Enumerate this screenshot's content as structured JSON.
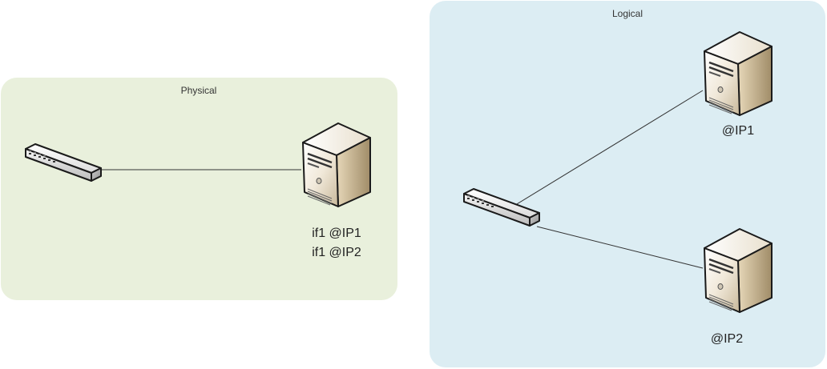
{
  "physical": {
    "title": "Physical",
    "color": "#e9f0dc",
    "server_label_line1": "if1 @IP1",
    "server_label_line2": "if1 @IP2"
  },
  "logical": {
    "title": "Logical",
    "color": "#dcedf3",
    "server1_label": "@IP1",
    "server2_label": "@IP2"
  },
  "icons": {
    "switch": "network-switch-icon",
    "server": "tower-server-icon"
  }
}
